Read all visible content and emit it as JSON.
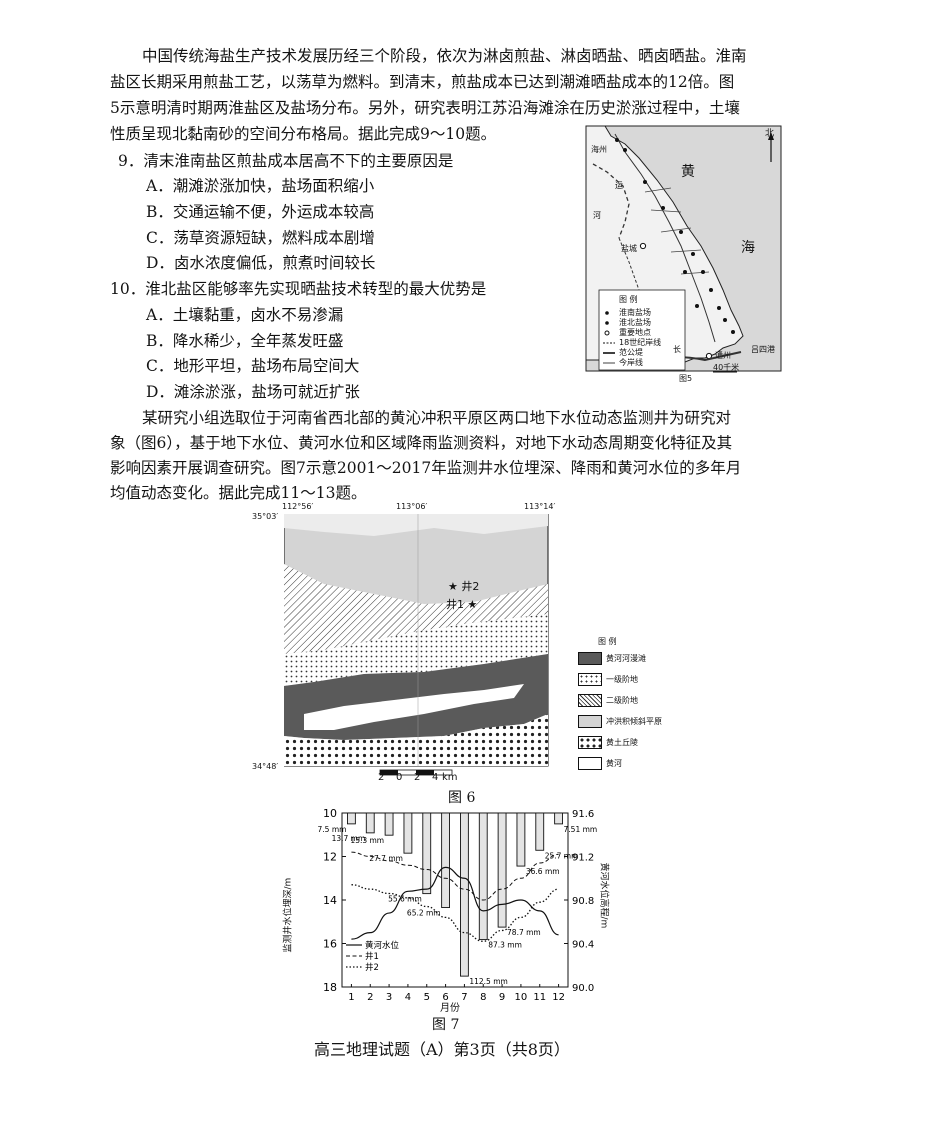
{
  "intro": {
    "line1": "中国传统海盐生产技术发展历经三个阶段，依次为淋卤煎盐、淋卤晒盐、晒卤晒盐。淮南",
    "line2": "盐区长期采用煎盐工艺，以荡草为燃料。到清末，煎盐成本已达到潮滩晒盐成本的12倍。图",
    "line3": "5示意明清时期两淮盐区及盐场分布。另外，研究表明江苏沿海滩涂在历史淤涨过程中，土壤",
    "line4": "性质呈现北黏南砂的空间分布格局。据此完成9～10题。"
  },
  "q9": {
    "stem": "9．清末淮南盐区煎盐成本居高不下的主要原因是",
    "a": "A．潮滩淤涨加快，盐场面积缩小",
    "b": "B．交通运输不便，外运成本较高",
    "c": "C．荡草资源短缺，燃料成本剧增",
    "d": "D．卤水浓度偏低，煎煮时间较长"
  },
  "q10": {
    "stem": "10．淮北盐区能够率先实现晒盐技术转型的最大优势是",
    "a": "A．土壤黏重，卤水不易渗漏",
    "b": "B．降水稀少，全年蒸发旺盛",
    "c": "C．地形平坦，盐场布局空间大",
    "d": "D．滩涂淤涨，盐场可就近扩张"
  },
  "fig5": {
    "north": "北",
    "sea_1": "黄",
    "sea_2": "海",
    "river_1": "运",
    "river_2": "河",
    "place_haizhou": "海州",
    "place_yancheng": "盐城",
    "place_tongzhou": "通州",
    "place_lvsi": "吕四港",
    "changjiang": "长",
    "legend_title": "图 例",
    "legend": [
      "淮南盐场",
      "淮北盐场",
      "重要地点",
      "18世纪岸线",
      "范公堤",
      "今岸线"
    ],
    "scale": "40千米",
    "caption": "图5"
  },
  "para2": {
    "line1": "某研究小组选取位于河南省西北部的黄沁冲积平原区两口地下水位动态监测井为研究对",
    "line2": "象（图6），基于地下水位、黄河水位和区域降雨监测资料，对地下水动态周期变化特征及其",
    "line3": "影响因素开展调查研究。图7示意2001～2017年监测井水位埋深、降雨和黄河水位的多年月",
    "line4": "均值动态变化。据此完成11～13题。"
  },
  "fig6": {
    "lon_left": "112°56′",
    "lon_mid": "113°06′",
    "lon_right": "113°14′",
    "lat_top": "35°03′",
    "lat_bottom": "34°48′",
    "well2": "★ 井2",
    "well1": "井1 ★",
    "scale_labels": [
      "2",
      "0",
      "2",
      "4",
      "km"
    ],
    "legend_title": "图 例",
    "legend": [
      "黄河河漫滩",
      "一级阶地",
      "二级阶地",
      "冲洪积倾斜平原",
      "黄土丘陵",
      "黄河"
    ],
    "caption": "图 6"
  },
  "chart_data": {
    "type": "bar",
    "categories": [
      "1",
      "2",
      "3",
      "4",
      "5",
      "6",
      "7",
      "8",
      "9",
      "10",
      "11",
      "12"
    ],
    "rain_values": [
      7.5,
      13.7,
      15.3,
      27.7,
      55.6,
      65.2,
      112.5,
      87.3,
      78.7,
      36.6,
      25.7,
      7.51
    ],
    "rain_labels": [
      "7.5 mm",
      "13.7 mm",
      "15.3 mm",
      "27.7 mm",
      "55.6 mm",
      "65.2 mm",
      "112.5 mm",
      "87.3 mm",
      "78.7 mm",
      "36.6 mm",
      "25.7 mm",
      "7.51 mm"
    ],
    "series": [
      {
        "name": "黄河水位",
        "axis": "right",
        "values": [
          90.44,
          90.5,
          90.68,
          90.88,
          90.9,
          91.1,
          91.0,
          90.7,
          90.76,
          90.8,
          90.7,
          90.48
        ]
      },
      {
        "name": "井1",
        "axis": "left",
        "values": [
          11.8,
          12.0,
          12.2,
          12.4,
          12.6,
          13.0,
          13.5,
          14.0,
          13.5,
          13.0,
          12.3,
          11.9
        ]
      },
      {
        "name": "井2",
        "axis": "left",
        "values": [
          13.3,
          13.5,
          13.7,
          13.9,
          14.3,
          14.8,
          15.5,
          15.9,
          15.4,
          14.8,
          14.1,
          13.5
        ]
      }
    ],
    "xlabel": "月份",
    "ylabel_left": "监测井水位埋深/m",
    "ylabel_right": "黄河水位高程/m",
    "yticks_left": [
      "10",
      "12",
      "14",
      "16",
      "18"
    ],
    "yticks_right": [
      "91.6",
      "91.2",
      "90.8",
      "90.4",
      "90.0"
    ],
    "ylim_left": [
      10,
      18
    ],
    "ylim_right": [
      90.0,
      91.6
    ],
    "legend": [
      "黄河水位",
      "井1",
      "井2"
    ],
    "caption": "图 7"
  },
  "footer": "高三地理试题（A）第3页（共8页）"
}
